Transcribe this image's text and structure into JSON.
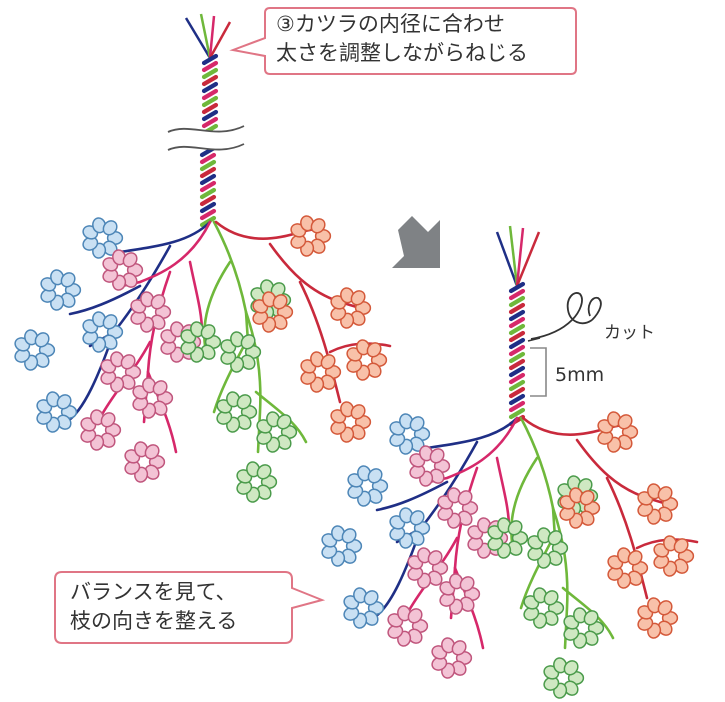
{
  "callouts": {
    "twist": {
      "line1": "③カツラの内径に合わせ",
      "line2": "太さを調整しながらねじる"
    },
    "balance": {
      "line1": "バランスを見て、",
      "line2": "枝の向きを整える"
    }
  },
  "labels": {
    "cut": "カット",
    "length": "5mm"
  },
  "colors": {
    "navy": "#1f2f86",
    "magenta": "#d6286a",
    "green": "#6fb83b",
    "red": "#c92a3c",
    "bead_blue_fill": "#c9e0f3",
    "bead_blue_stroke": "#4d86b7",
    "bead_pink_fill": "#f3c3d5",
    "bead_pink_stroke": "#c0567d",
    "bead_orange_fill": "#f8c1a9",
    "bead_orange_stroke": "#d4593a",
    "bead_green_fill": "#cfe8c2",
    "bead_green_stroke": "#4b9b4b",
    "callout_border": "#e07585",
    "arrow": "#7f8285"
  },
  "icons": {
    "cut_mark": "scissors-cut-icon",
    "step_arrow": "arrow-down-right-icon"
  }
}
